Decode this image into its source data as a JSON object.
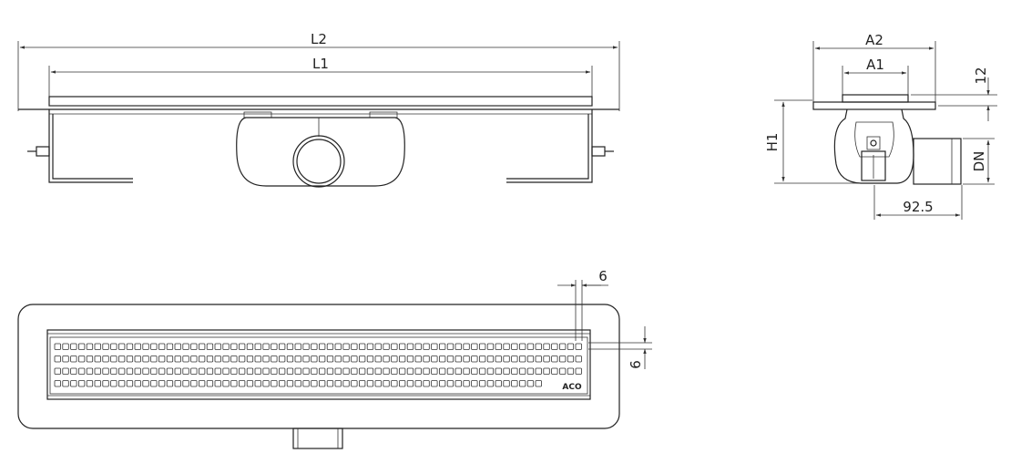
{
  "dimensions": {
    "l2": "L2",
    "l1": "L1",
    "a2": "A2",
    "a1": "A1",
    "h1": "H1",
    "dn": "DN",
    "grate_thickness": "12",
    "outlet_offset": "92.5",
    "slot_width": "6",
    "slot_height": "6"
  },
  "grate_brand": "ACO"
}
